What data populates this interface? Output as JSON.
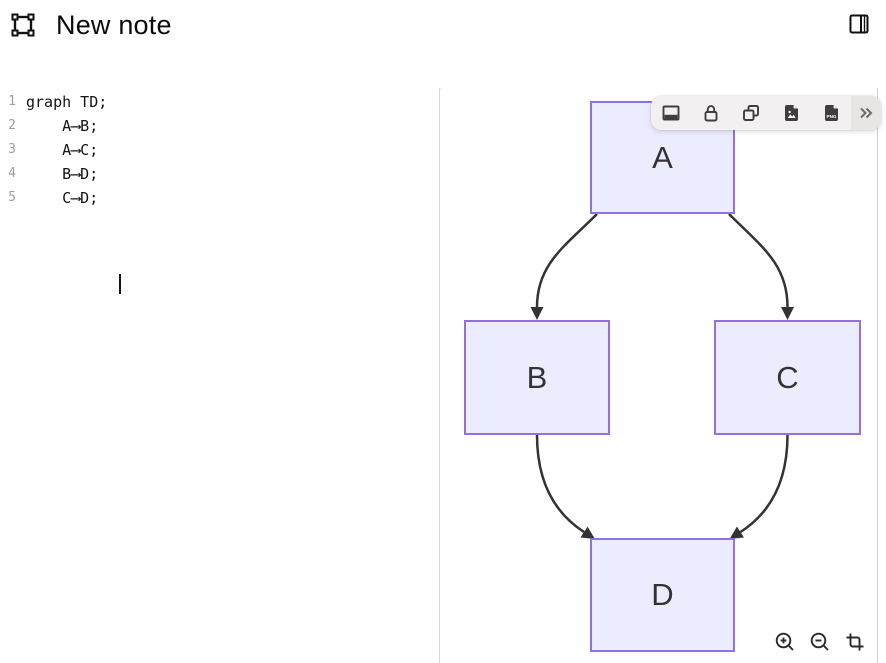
{
  "header": {
    "title": "New note",
    "logo_icon": "frame-tool-icon",
    "panel_toggle_icon": "right-sidebar-toggle-icon"
  },
  "toolbar": {
    "left_icons": [
      "adjustments",
      "list-check",
      "list-add",
      "archive-box",
      "mind-map",
      "bar-chart",
      "info"
    ],
    "right_icons": [
      "history",
      "more-menu"
    ]
  },
  "editor": {
    "lines": [
      {
        "num": "1",
        "code": "graph TD;"
      },
      {
        "num": "2",
        "code": "    A⟶B;"
      },
      {
        "num": "3",
        "code": "    A⟶C;"
      },
      {
        "num": "4",
        "code": "    B⟶D;"
      },
      {
        "num": "5",
        "code": "    C⟶D;"
      }
    ]
  },
  "diagram": {
    "type": "mermaid-flowchart-TD",
    "nodes": [
      {
        "id": "A",
        "label": "A"
      },
      {
        "id": "B",
        "label": "B"
      },
      {
        "id": "C",
        "label": "C"
      },
      {
        "id": "D",
        "label": "D"
      }
    ],
    "edges": [
      {
        "from": "A",
        "to": "B"
      },
      {
        "from": "A",
        "to": "C"
      },
      {
        "from": "B",
        "to": "D"
      },
      {
        "from": "C",
        "to": "D"
      }
    ],
    "colors": {
      "node_fill": "#ECECFF",
      "node_border": "#9370DB",
      "edge": "#333333",
      "label": "#333333"
    }
  },
  "selection_toolbar": {
    "icons": [
      "panel-bottom",
      "lock",
      "duplicate",
      "export-image",
      "export-png",
      "expand-more"
    ],
    "png_label": "PNG"
  },
  "zoom_controls": {
    "icons": [
      "zoom-in",
      "zoom-out",
      "crop"
    ]
  }
}
